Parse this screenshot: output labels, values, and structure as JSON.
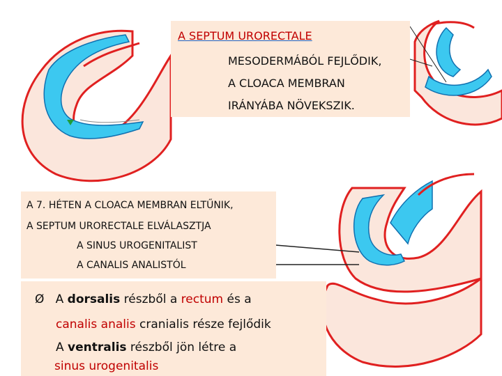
{
  "top_box": {
    "title": "A SEPTUM URORECTALE",
    "line1": "MESODERMÁBÓL FEJLŐDIK,",
    "line2": "A CLOACA MEMBRAN",
    "line3": "IRÁNYÁBA NÖVEKSZIK."
  },
  "middle_box": {
    "line1": "A 7. HÉTEN A CLOACA MEMBRAN ELTŰNIK,",
    "line2": "A SEPTUM URORECTALE ELVÁLASZTJA",
    "line3": "A SINUS UROGENITALIST",
    "line4": "A CANALIS ANALISTÓL"
  },
  "bottom_box": {
    "bullet": "Ø",
    "a1": "A",
    "dorsalis": "dorsalis",
    "reszbol": "részből a",
    "rectum": "rectum",
    "es_a": "és a",
    "canalis_analis": "canalis analis",
    "cranialis": "cranialis része fejlődik",
    "a2": "A",
    "ventralis": "ventralis",
    "reszbol_jon": "részből jön létre a",
    "sinus": "sinus urogenitalis"
  },
  "colors": {
    "box_fill": "#fde9d9",
    "accent_red": "#c00000",
    "tissue_red": "#e02020",
    "tissue_fill": "#fbe6dc",
    "lumen_blue": "#3cc8f0",
    "arrow_green": "#1f9d3a"
  }
}
